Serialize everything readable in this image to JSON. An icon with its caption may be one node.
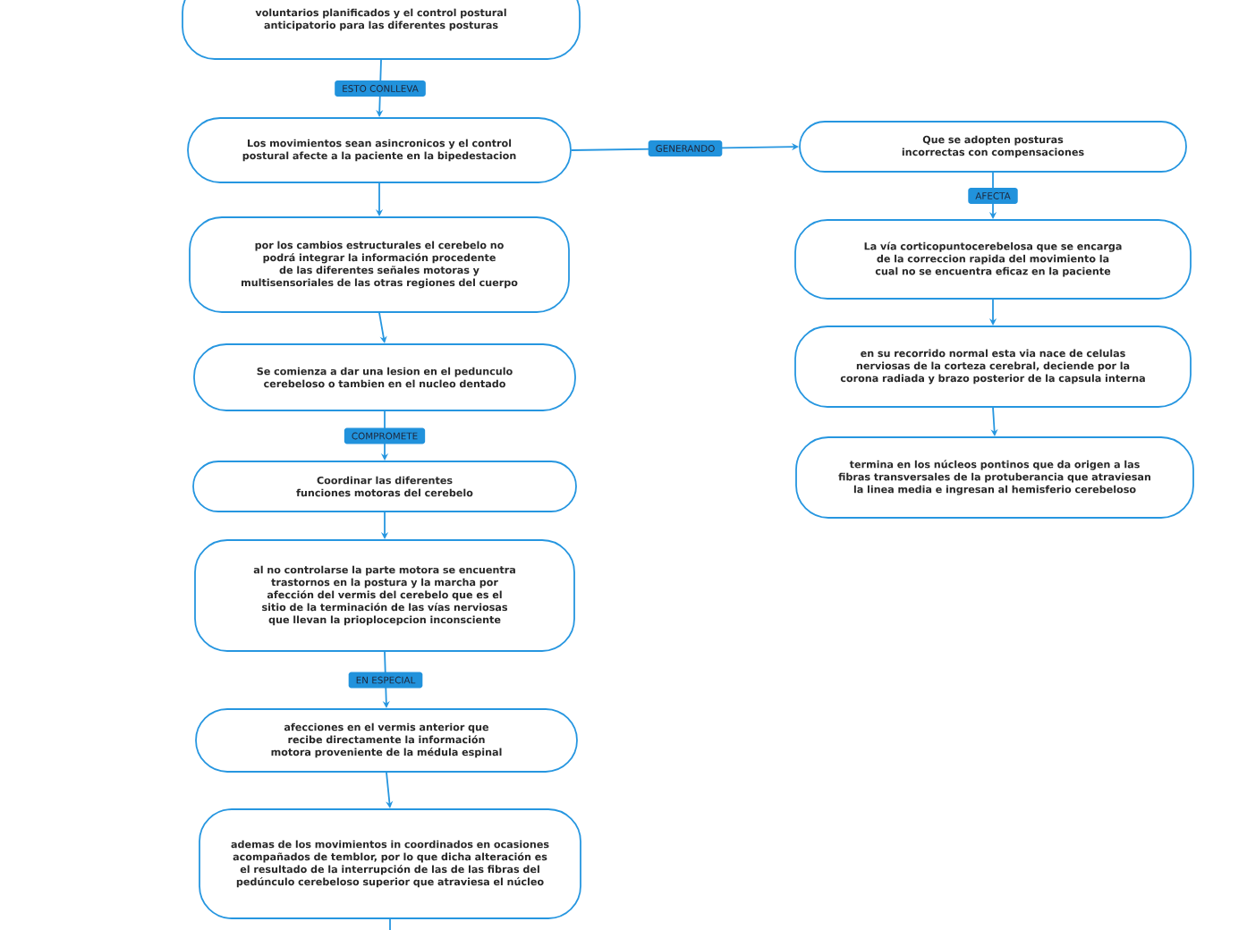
{
  "diagram": {
    "nodes": [
      {
        "text": [
          "voluntarios planificados y  el control postural anticipatorio para las diferentes posturas"
        ]
      },
      {
        "text": [
          "Los movimientos sean asincronicos y el control postural  afecte a la paciente en la bipedestacion"
        ]
      },
      {
        "text": [
          "por los cambios estructurales el cerebelo no podrá integrar la información procedente de las diferentes  señales motoras y multisensoriales de las otras regiones del cuerpo"
        ]
      },
      {
        "text": [
          "Se comienza a dar una lesion en el pedunculo cerebeloso o tambien en el nucleo dentado"
        ]
      },
      {
        "text": [
          "Coordinar las diferentes funciones motoras del cerebelo"
        ]
      },
      {
        "text": [
          "al no controlarse la parte motora se encuentra trastornos en la postura y la marcha por afección del vermis del cerebelo que es el sitio de la terminación de las vías nerviosas que llevan la prioplocepcion inconsciente"
        ]
      },
      {
        "text": [
          "afecciones en el vermis anterior que recibe directamente la información motora proveniente de la médula espinal"
        ]
      },
      {
        "text": [
          "ademas de los movimientos in coordinados en ocasiones acompañados de temblor, por lo que dicha alteración es el resultado de la interrupción de las de las fibras del pedúnculo cerebeloso superior que atraviesa el núcleo"
        ]
      },
      {
        "text": [
          "Que se adopten posturas incorrectas con compensaciones"
        ]
      },
      {
        "text": [
          "La vía corticopuntocerebelosa que se encarga de la correccion rapida del movimiento la cual no se encuentra eficaz en la paciente"
        ]
      },
      {
        "text": [
          "en su recorrido normal esta via nace de celulas nerviosas de la corteza cerebral, deciende por la corona radiada y brazo posterior de la capsula interna"
        ]
      },
      {
        "text": [
          "termina en los núcleos pontinos que da origen a las fibras transversales de la protuberancia que atraviesan la linea media e ingresan al hemisferio cerebeloso"
        ]
      }
    ],
    "edges": [
      {
        "from": 0,
        "to": 1,
        "arrow": "to",
        "label": "ESTO CONLLEVA"
      },
      {
        "from": 1,
        "to": 2,
        "arrow": "to"
      },
      {
        "from": 2,
        "to": 3,
        "arrow": "to"
      },
      {
        "from": 3,
        "to": 4,
        "arrow": "to",
        "label": "COMPROMETE"
      },
      {
        "from": 4,
        "to": 5,
        "arrow": "to"
      },
      {
        "from": 5,
        "to": 6,
        "arrow": "to",
        "label": "EN ESPECIAL"
      },
      {
        "from": 6,
        "to": 7,
        "arrow": "to"
      },
      {
        "from": 7,
        "to": null,
        "arrow": "none"
      },
      {
        "from": 1,
        "to": 8,
        "arrow": "to",
        "label": "GENERANDO"
      },
      {
        "from": 8,
        "to": 9,
        "arrow": "to",
        "label": "AFECTA"
      },
      {
        "from": 9,
        "to": 10,
        "arrow": "to"
      },
      {
        "from": 10,
        "to": 11,
        "arrow": "to"
      }
    ]
  }
}
